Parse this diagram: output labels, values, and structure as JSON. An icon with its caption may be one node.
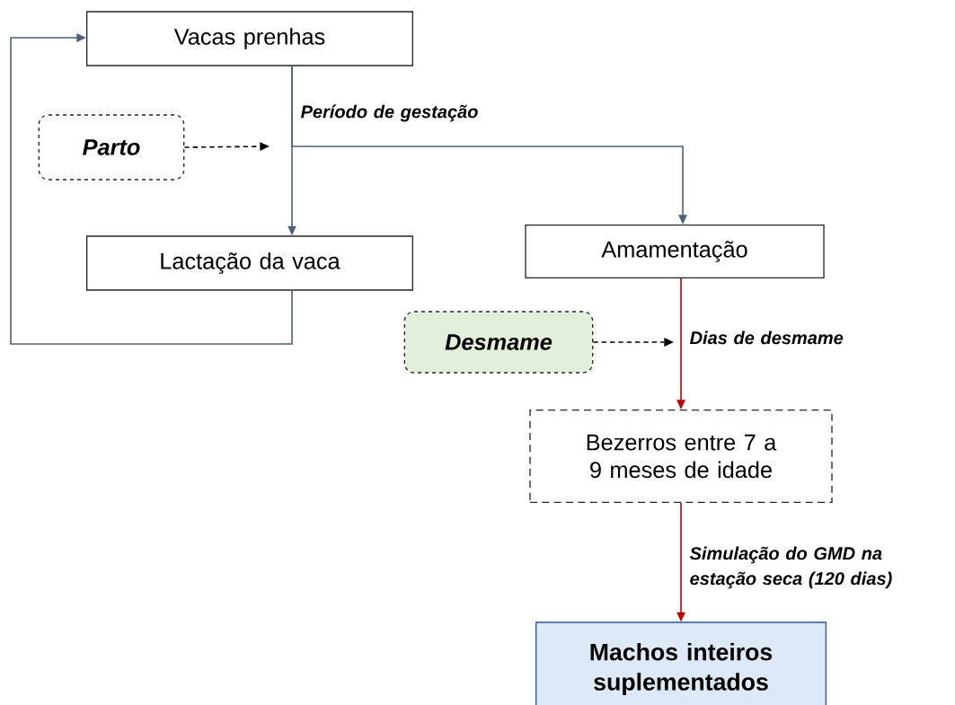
{
  "diagram": {
    "nodes": [
      {
        "text": [
          "Vacas prenhas"
        ]
      },
      {
        "text": [
          "Parto"
        ]
      },
      {
        "text": [
          "Lactação da vaca"
        ]
      },
      {
        "text": [
          "Amamentação"
        ]
      },
      {
        "text": [
          "Desmame"
        ]
      },
      {
        "text": [
          "Bezerros entre 7 a 9 meses de idade"
        ]
      },
      {
        "text": [
          "Machos inteiros suplementados"
        ]
      }
    ],
    "edges": [
      {
        "from": 0,
        "to": 2,
        "arrow": "to",
        "label": "Período de gestação"
      },
      {
        "from": 0,
        "to": 3,
        "arrow": "to"
      },
      {
        "from": 1,
        "to": null,
        "arrow": "to",
        "style": "dashed",
        "color": "#000000"
      },
      {
        "from": 2,
        "to": 0,
        "arrow": "to"
      },
      {
        "from": 3,
        "to": 5,
        "arrow": "to",
        "label": "Dias de desmame",
        "color": "#c00000"
      },
      {
        "from": 4,
        "to": null,
        "arrow": "to",
        "style": "dashed",
        "color": "#000000"
      },
      {
        "from": 5,
        "to": 6,
        "arrow": "to",
        "label": "Simulação do GMD na estação seca (120 dias)",
        "color": "#c00000"
      }
    ]
  }
}
